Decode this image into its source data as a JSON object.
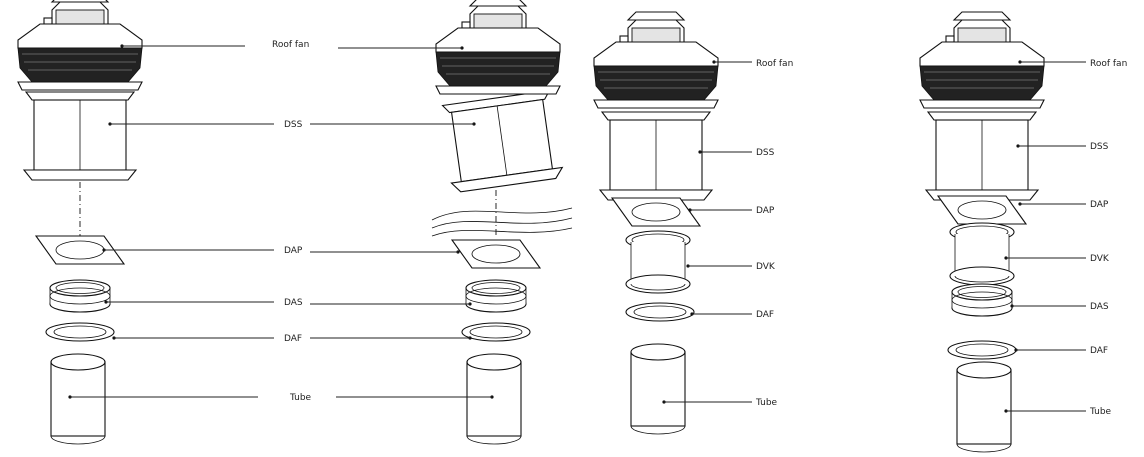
{
  "labels": {
    "roof_fan": "Roof fan",
    "dss": "DSS",
    "dap": "DAP",
    "das": "DAS",
    "daf": "DAF",
    "tube": "Tube",
    "dvk": "DVK"
  }
}
